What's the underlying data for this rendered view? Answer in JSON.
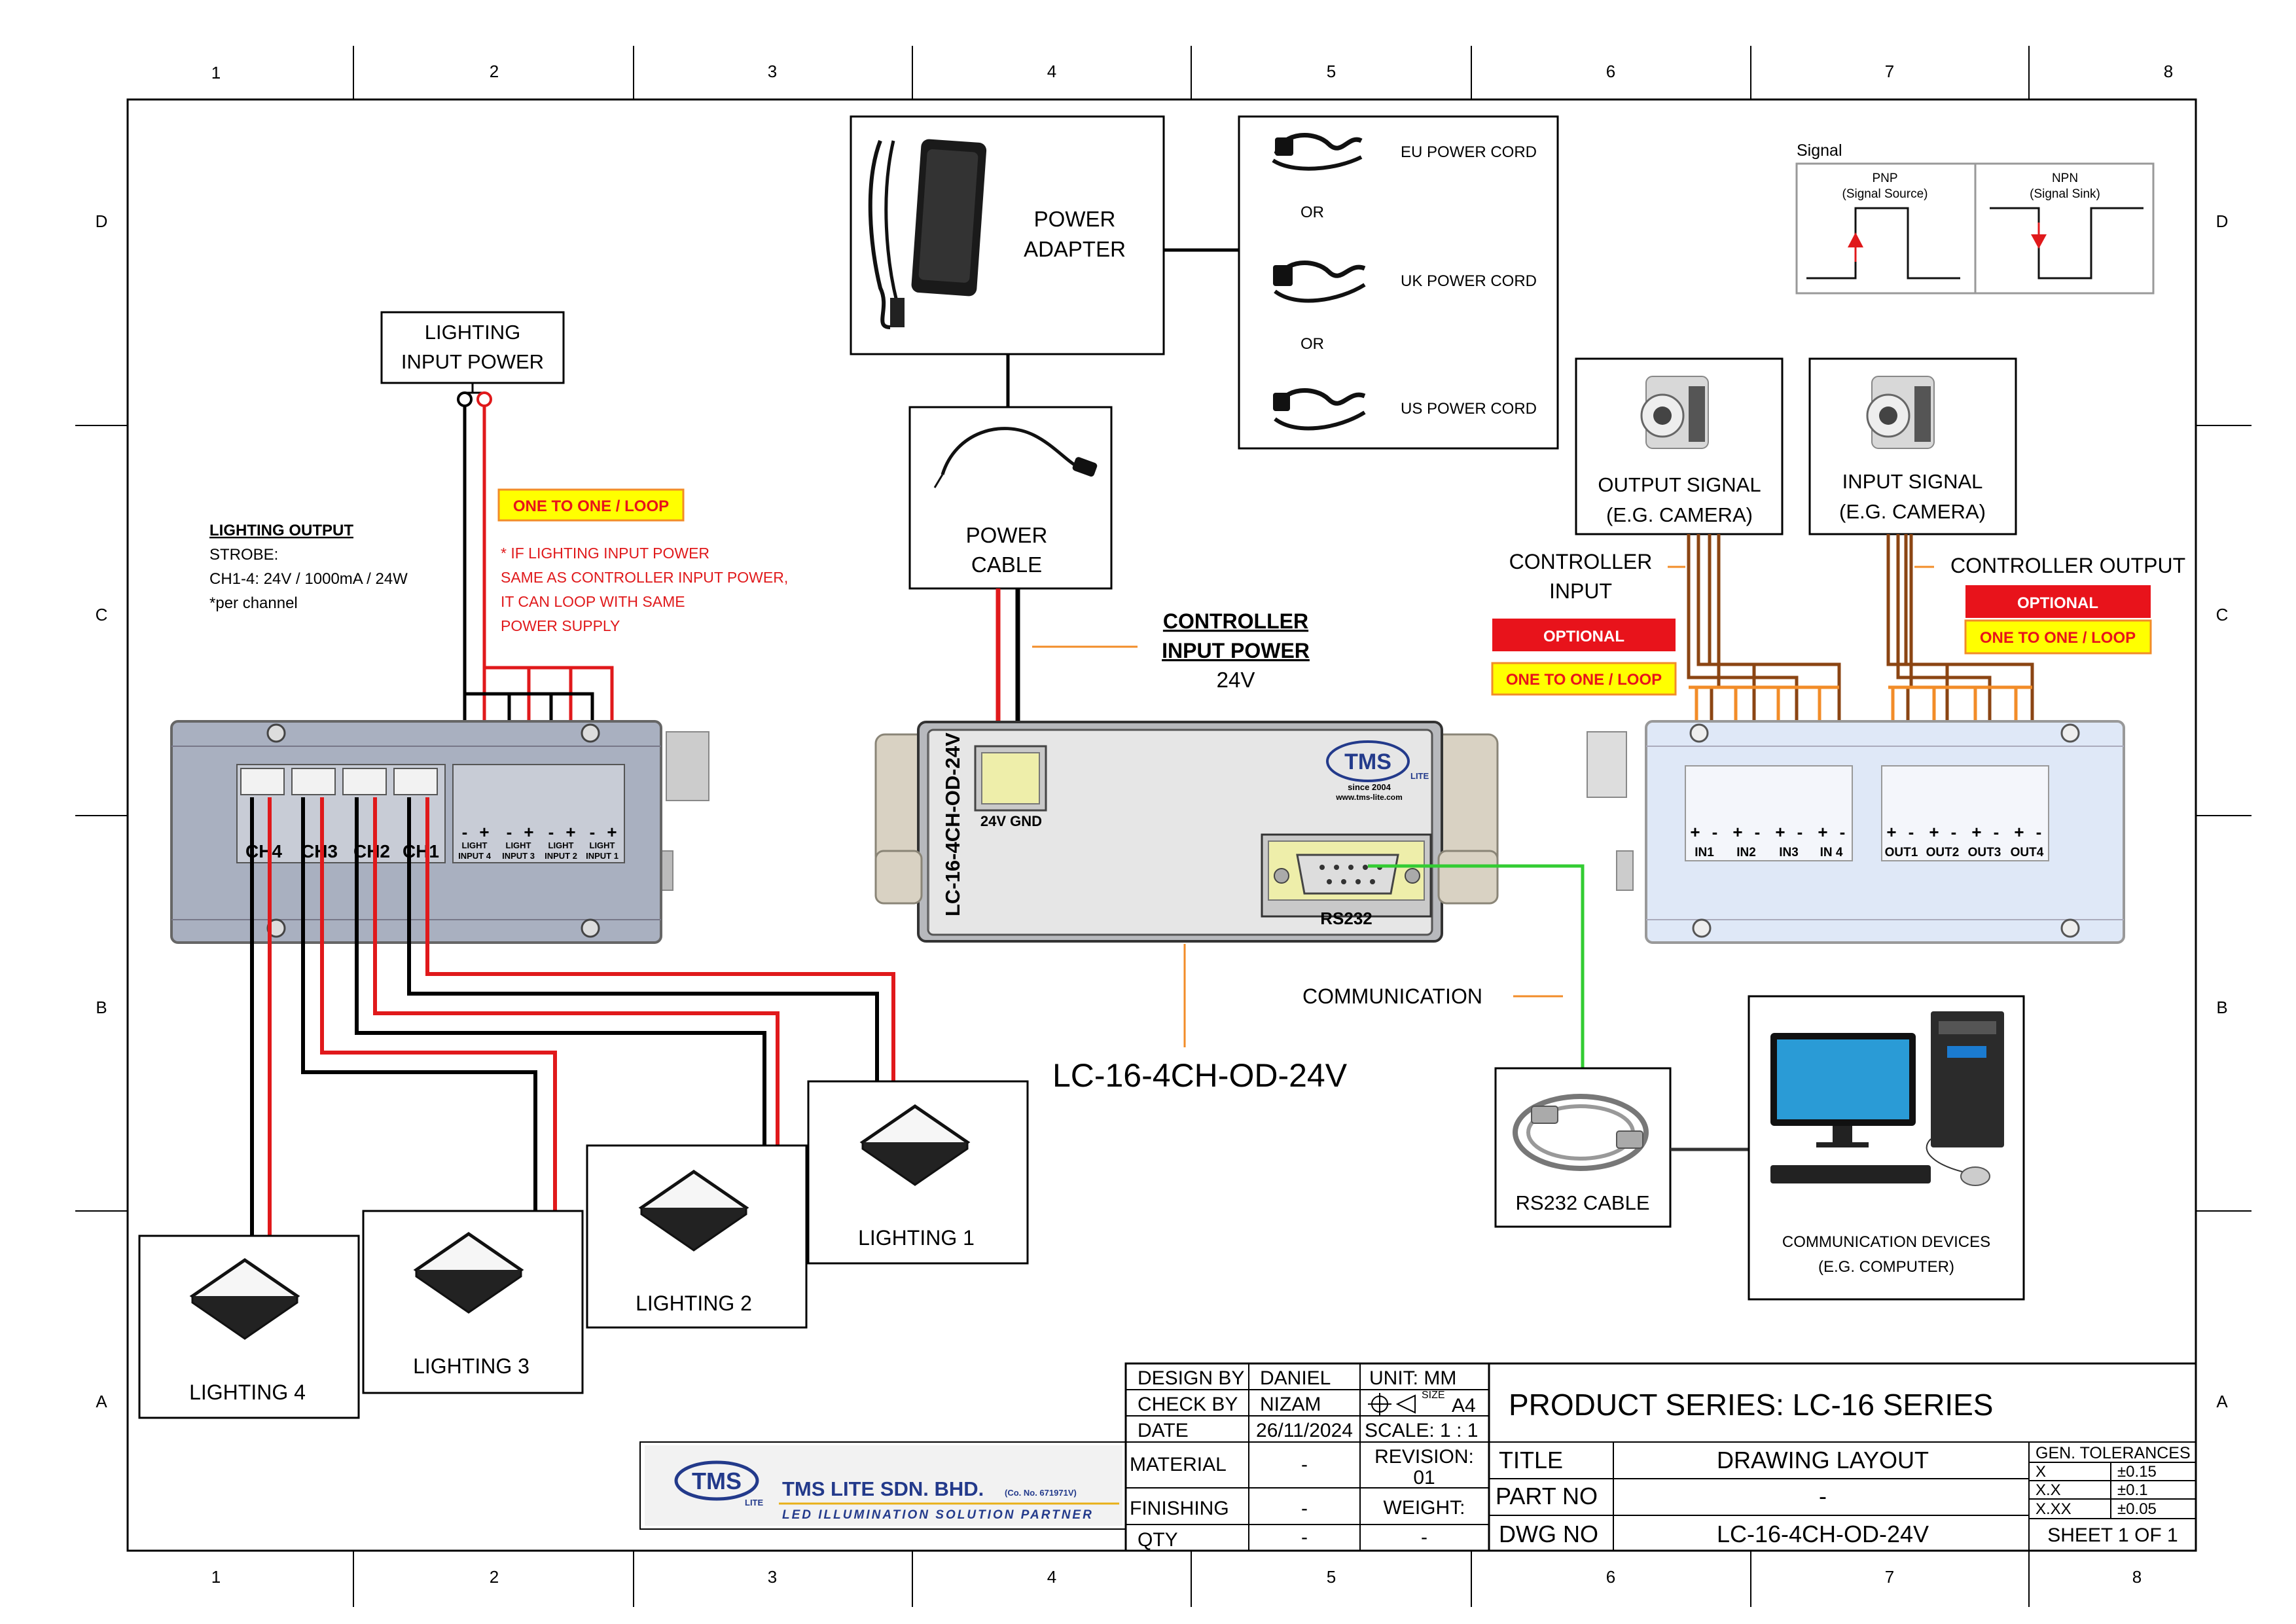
{
  "frame": {
    "cols": [
      "1",
      "2",
      "3",
      "4",
      "5",
      "6",
      "7",
      "8"
    ],
    "rows": [
      "D",
      "C",
      "B",
      "A"
    ]
  },
  "controller": {
    "model_large": "LC-16-4CH-OD-24V",
    "side_label": "LC-16-4CH-OD-24V",
    "power_terminal": "24V GND",
    "rs232": "RS232",
    "brand": "TMS",
    "brand_sub": "LITE",
    "since": "since 2004",
    "website": "www.tms-lite.com"
  },
  "power": {
    "adapter": [
      "POWER",
      "ADAPTER"
    ],
    "cable": [
      "POWER",
      "CABLE"
    ],
    "cords": [
      "EU POWER CORD",
      "UK POWER CORD",
      "US POWER CORD"
    ],
    "or": "OR"
  },
  "controller_input_power": {
    "title": [
      "CONTROLLER",
      "INPUT POWER"
    ],
    "value": "24V"
  },
  "lighting_input_power": [
    "LIGHTING",
    "INPUT POWER"
  ],
  "loop_badge": "ONE TO ONE / LOOP",
  "optional_badge": "OPTIONAL",
  "loop_note": [
    "* IF LIGHTING INPUT POWER",
    "SAME AS CONTROLLER INPUT POWER,",
    "IT CAN LOOP WITH SAME",
    "POWER SUPPLY"
  ],
  "lighting_output": {
    "title": "LIGHTING OUTPUT",
    "lines": [
      "STROBE:",
      "CH1-4: 24V / 1000mA / 24W",
      "*per channel"
    ]
  },
  "left_module": {
    "channels": [
      "CH4",
      "CH3",
      "CH2",
      "CH1"
    ],
    "inputs": [
      [
        "LIGHT",
        "INPUT 4"
      ],
      [
        "LIGHT",
        "INPUT 3"
      ],
      [
        "LIGHT",
        "INPUT 2"
      ],
      [
        "LIGHT",
        "INPUT 1"
      ]
    ],
    "polarity": [
      "-",
      "+"
    ]
  },
  "right_module": {
    "terminals": [
      "IN1",
      "IN2",
      "IN3",
      "IN 4",
      "OUT1",
      "OUT2",
      "OUT3",
      "OUT4"
    ],
    "polarity": [
      "+",
      "-"
    ]
  },
  "signals": {
    "output_signal": [
      "OUTPUT SIGNAL",
      "(E.G. CAMERA)"
    ],
    "input_signal": [
      "INPUT SIGNAL",
      "(E.G. CAMERA)"
    ],
    "controller_input": [
      "CONTROLLER",
      "INPUT"
    ],
    "controller_output": "CONTROLLER OUTPUT",
    "legend_title": "Signal",
    "pnp": [
      "PNP",
      "(Signal Source)"
    ],
    "npn": [
      "NPN",
      "(Signal Sink)"
    ]
  },
  "communication": {
    "label": "COMMUNICATION",
    "rs232_cable": "RS232 CABLE",
    "devices": [
      "COMMUNICATION DEVICES",
      "(E.G. COMPUTER)"
    ]
  },
  "lightings": [
    "LIGHTING 1",
    "LIGHTING 2",
    "LIGHTING 3",
    "LIGHTING 4"
  ],
  "title_block": {
    "design_by_label": "DESIGN BY",
    "design_by": "DANIEL",
    "check_by_label": "CHECK BY",
    "check_by": "NIZAM",
    "date_label": "DATE",
    "date": "26/11/2024",
    "unit": "UNIT:  MM",
    "size_label": "SIZE",
    "size": "A4",
    "scale": "SCALE: 1 : 1",
    "material_label": "MATERIAL",
    "material": "-",
    "revision_label": "REVISION:",
    "revision": "01",
    "finishing_label": "FINISHING",
    "finishing": "-",
    "weight_label": "WEIGHT:",
    "weight": "-",
    "qty_label": "QTY",
    "qty": "-",
    "product_series": "PRODUCT SERIES: LC-16 SERIES",
    "title_label": "TITLE",
    "title": "DRAWING LAYOUT",
    "part_no_label": "PART NO",
    "part_no": "-",
    "dwg_no_label": "DWG NO",
    "dwg_no": "LC-16-4CH-OD-24V",
    "tol_title": "GEN. TOLERANCES",
    "tolerances": [
      [
        "X",
        "±0.15"
      ],
      [
        "X.X",
        "±0.1"
      ],
      [
        "X.XX",
        "±0.05"
      ]
    ],
    "sheet": "SHEET 1 OF 1",
    "company": "TMS LITE SDN. BHD.",
    "company_reg": "(Co. No. 671971V)",
    "tagline": "LED ILLUMINATION SOLUTION PARTNER",
    "logo": "TMS",
    "logo_sub": "LITE"
  },
  "colors": {
    "red": "#e0191b",
    "green": "#33cc33",
    "orange": "#f28c28",
    "brown": "#8b4513",
    "yellow": "#ffff00",
    "optional_red": "#e8131b",
    "module_grey": "#a9b0c0",
    "module_blue": "#dfe8f7",
    "brand_blue": "#233a8b"
  }
}
